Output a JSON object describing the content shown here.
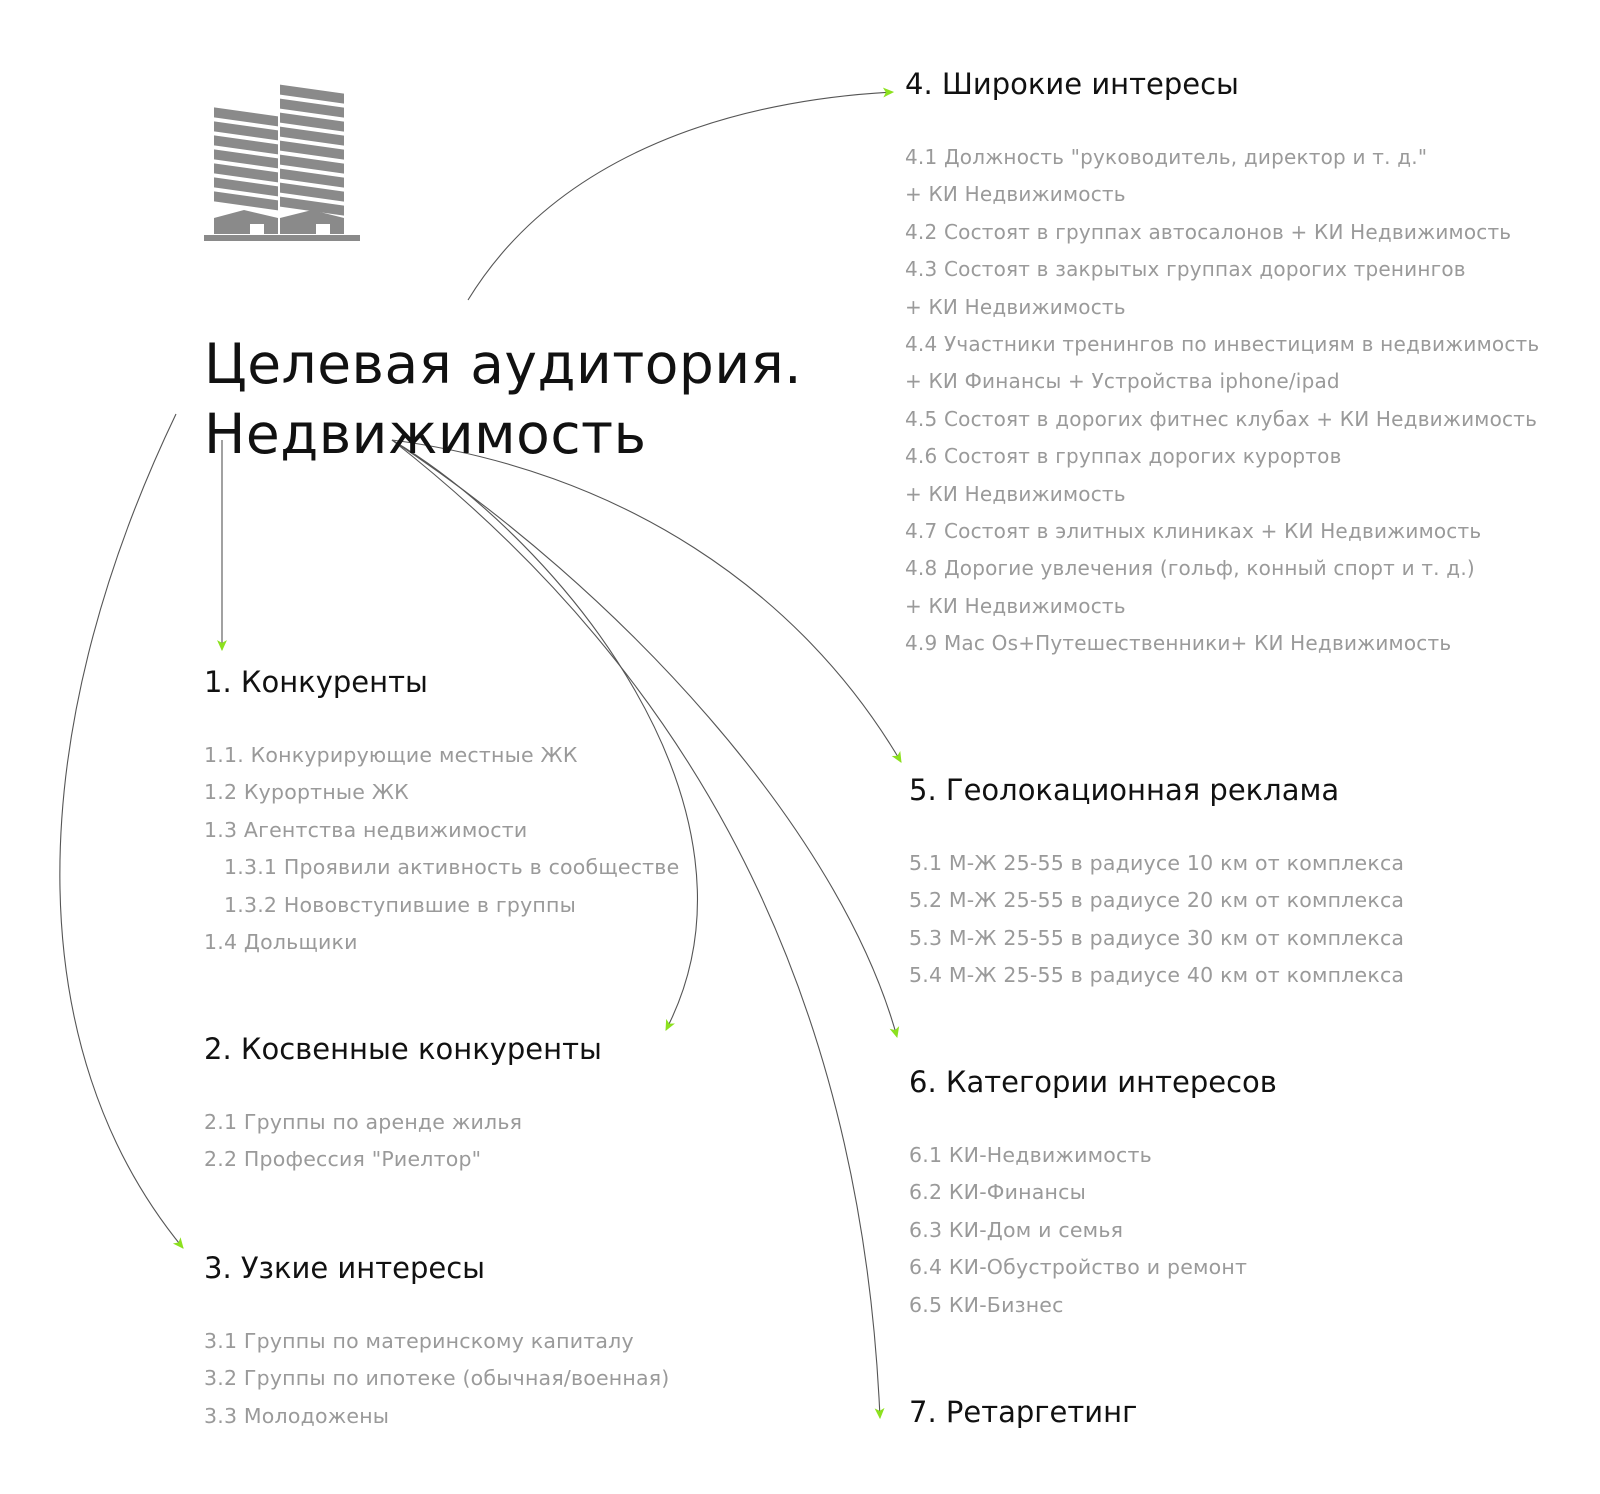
{
  "title": {
    "line1": "Целевая аудитория.",
    "line2": "Недвижимость"
  },
  "icon": "building-icon",
  "colors": {
    "arrow": "#555555",
    "arrowhead": "#8ce11e",
    "icon": "#8a8a8a",
    "muted_text": "#9a9a9a",
    "text": "#111111"
  },
  "sections": {
    "competitors": {
      "title": "1. Конкуренты",
      "items": [
        "1.1. Конкурирующие местные ЖК",
        "1.2 Курортные ЖК",
        "1.3 Агентства недвижимости",
        "1.3.1 Проявили активность в сообществе",
        "1.3.2 Нововступившие в группы",
        "1.4 Дольщики"
      ]
    },
    "indirect": {
      "title": "2. Косвенные конкуренты",
      "items": [
        "2.1  Группы по аренде жилья",
        "2.2 Профессия \"Риелтор\""
      ]
    },
    "narrow": {
      "title": "3. Узкие интересы",
      "items": [
        "3.1 Группы по материнскому капиталу",
        "3.2 Группы по ипотеке (обычная/военная)",
        "3.3 Молодожены"
      ]
    },
    "broad": {
      "title": "4. Широкие интересы",
      "items": [
        "4.1  Должность \"руководитель, директор и т. д.\"",
        "+ КИ Недвижимость",
        "4.2  Состоят в группах автосалонов + КИ Недвижимость",
        "4.3  Состоят в закрытых группах дорогих тренингов",
        "+ КИ Недвижимость",
        "4.4 Участники тренингов по инвестициям в недвижимость",
        "+ КИ Финансы + Устройства iphone/ipad",
        "4.5 Состоят в дорогих фитнес клубах + КИ Недвижимость",
        "4.6 Состоят в группах дорогих курортов",
        "+ КИ Недвижимость",
        "4.7 Состоят в  элитных клиниках + КИ Недвижимость",
        "4.8 Дорогие увлечения (гольф, конный спорт и т. д.)",
        "+ КИ Недвижимость",
        "4.9 Mac Os+Путешественники+ КИ Недвижимость"
      ]
    },
    "geo": {
      "title": "5. Геолокационная реклама",
      "items": [
        "5.1  М-Ж 25-55 в радиусе 10 км от комплекса",
        "5.2 М-Ж 25-55 в радиусе 20 км от комплекса",
        "5.3 М-Ж 25-55 в радиусе 30 км от комплекса",
        "5.4 М-Ж 25-55 в радиусе 40 км от комплекса"
      ]
    },
    "categories": {
      "title": "6. Категории интересов",
      "items": [
        "6.1  КИ-Недвижимость",
        "6.2 КИ-Финансы",
        "6.3 КИ-Дом и семья",
        "6.4 КИ-Обустройство и ремонт",
        "6.5 КИ-Бизнес"
      ]
    },
    "retargeting": {
      "title": "7. Ретаргетинг",
      "items": []
    }
  }
}
